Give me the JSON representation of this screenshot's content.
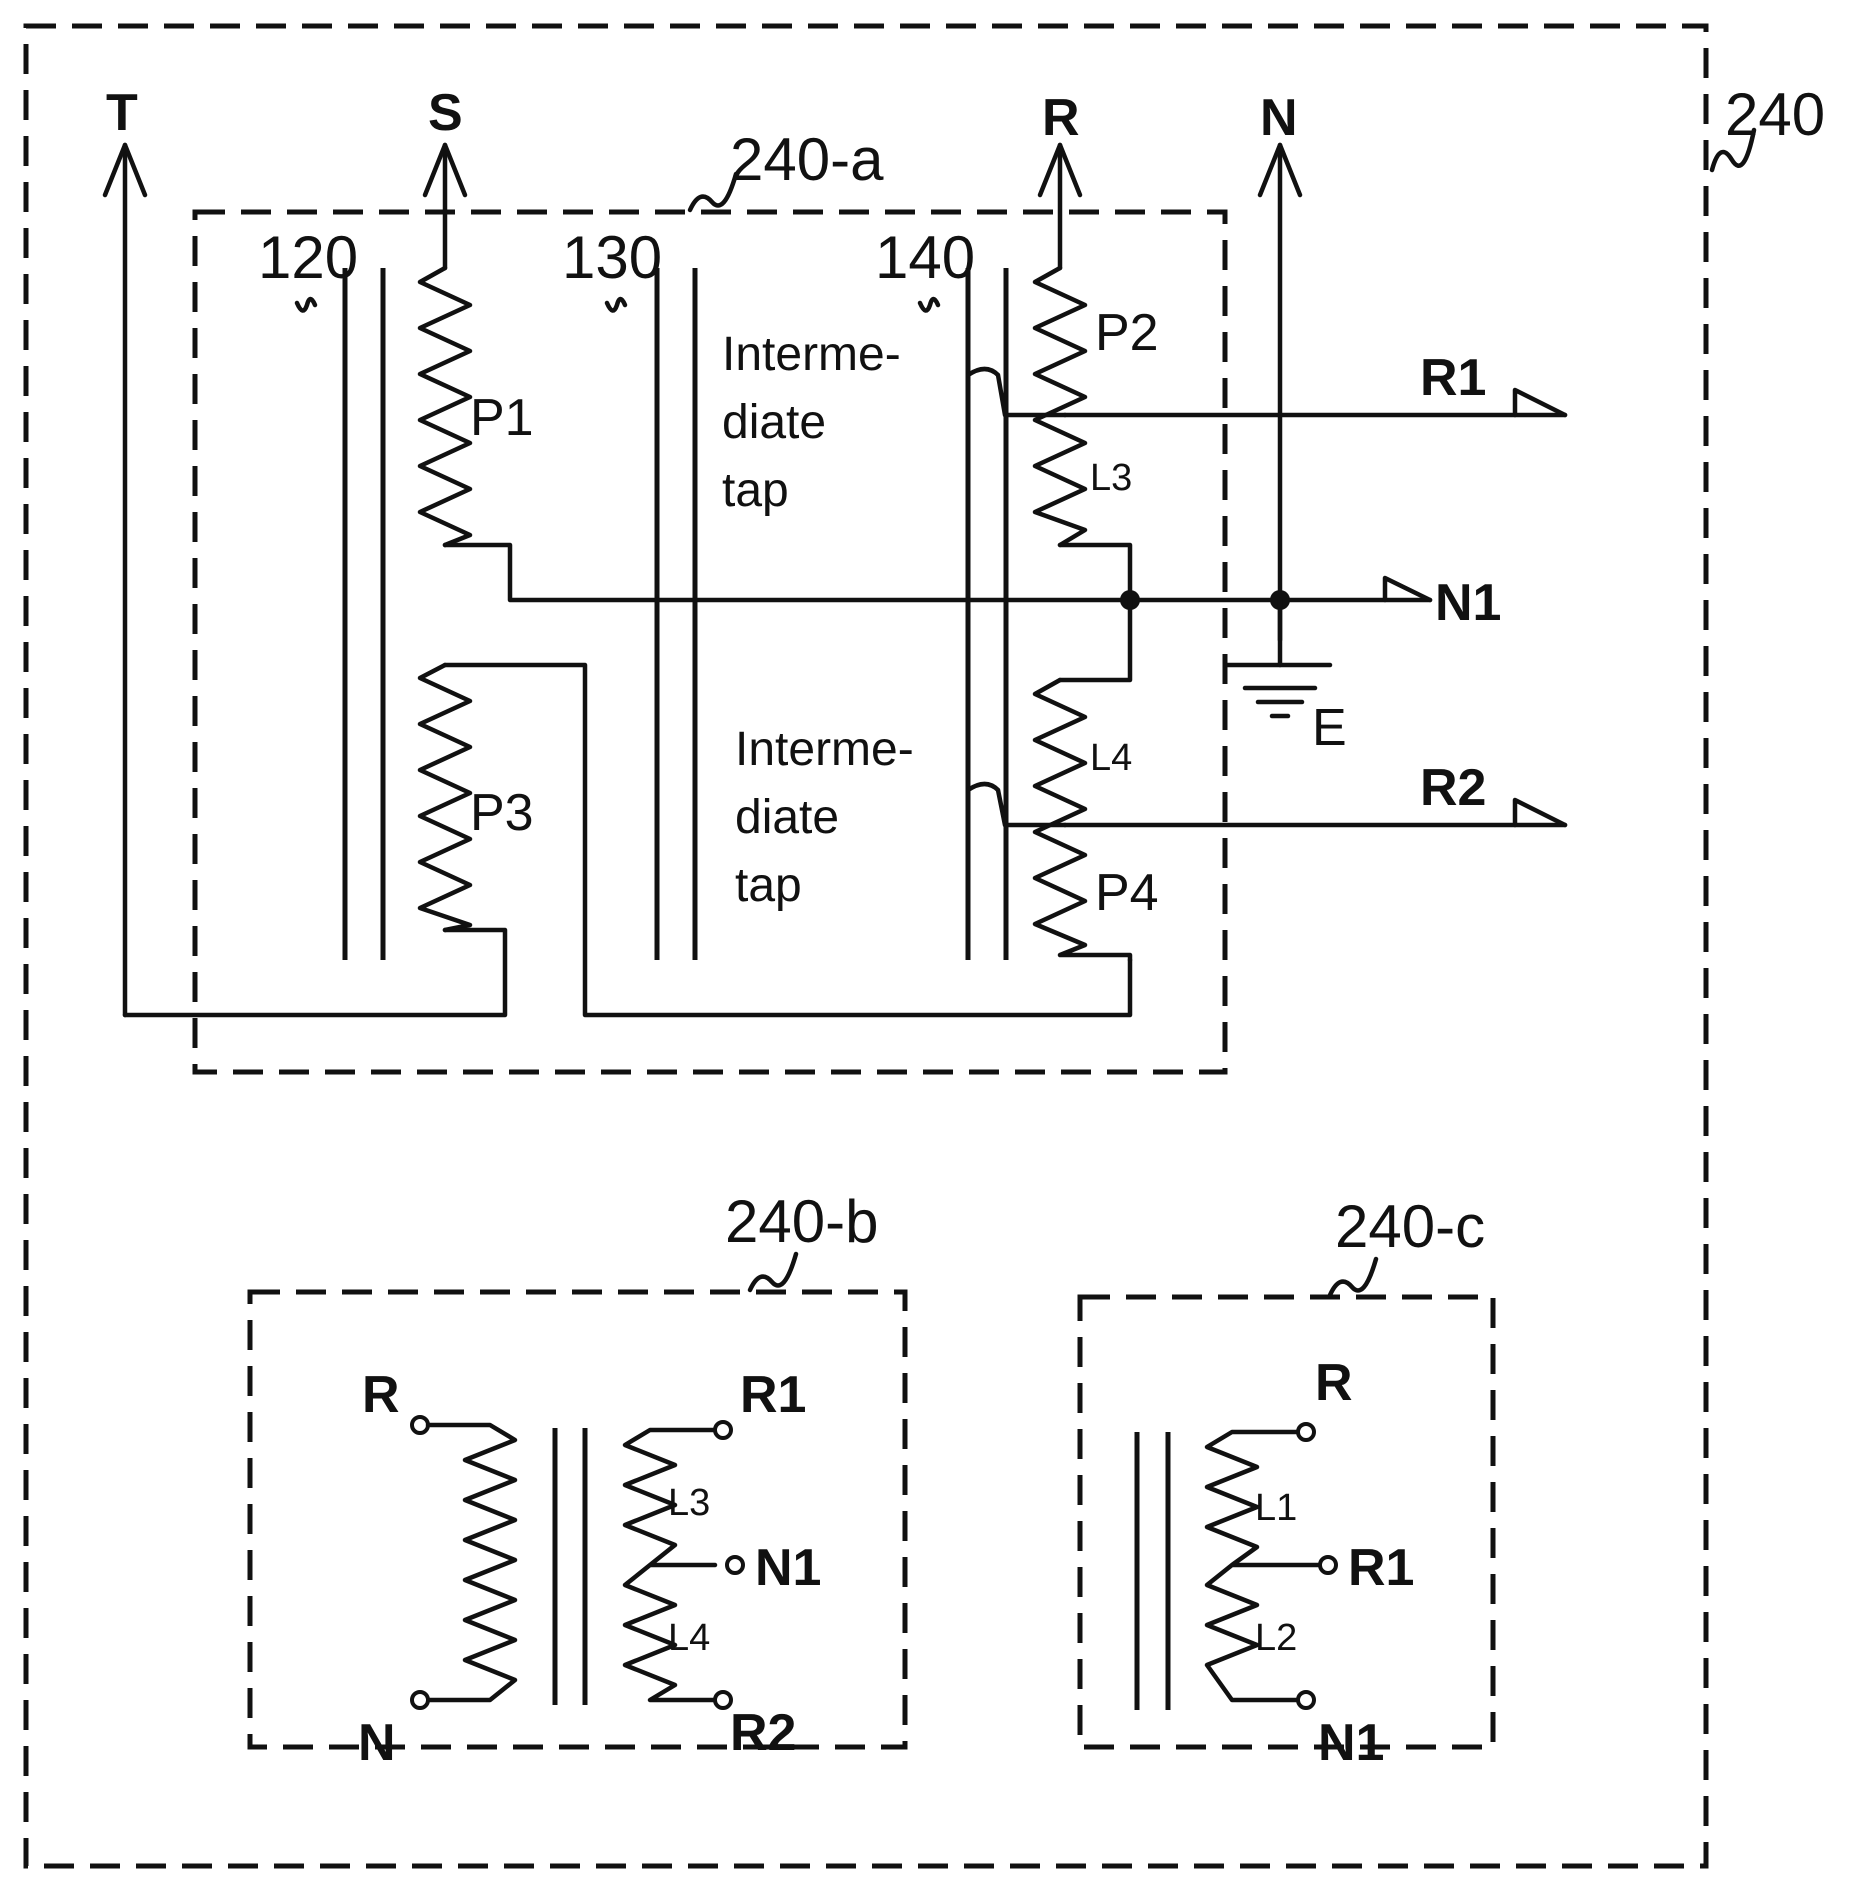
{
  "outer": {
    "ref": "240"
  },
  "module_a": {
    "ref": "240-a",
    "phase_T": "T",
    "phase_S": "S",
    "phase_R": "R",
    "phase_N": "N",
    "core_120": "120",
    "core_130": "130",
    "core_140": "140",
    "coil_P1": "P1",
    "coil_P2": "P2",
    "coil_P3": "P3",
    "coil_P4": "P4",
    "tap_L3": "L3",
    "tap_L4": "L4",
    "tap_label_1": [
      "Interme-",
      "diate",
      "tap"
    ],
    "tap_label_2": [
      "Interme-",
      "diate",
      "tap"
    ],
    "out_R1": "R1",
    "out_N1": "N1",
    "out_R2": "R2",
    "ground": "E"
  },
  "module_b": {
    "ref": "240-b",
    "in_R": "R",
    "in_N": "N",
    "out_R1": "R1",
    "out_N1": "N1",
    "out_R2": "R2",
    "tap_L3": "L3",
    "tap_L4": "L4"
  },
  "module_c": {
    "ref": "240-c",
    "in_R": "R",
    "out_R1": "R1",
    "out_N1": "N1",
    "tap_L1": "L1",
    "tap_L2": "L2"
  }
}
